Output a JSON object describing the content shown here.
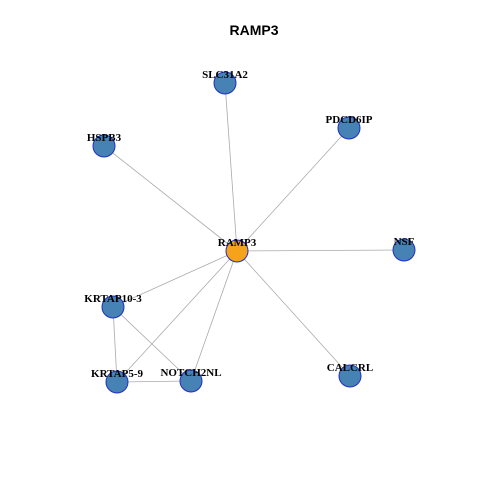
{
  "title": "RAMP3",
  "colors": {
    "center_node": "#f5a31a",
    "node": "#4682b4",
    "node_border": "#1f2fbf",
    "edge": "#aaaaaa"
  },
  "nodes": [
    {
      "id": "RAMP3",
      "label": "RAMP3",
      "center": true
    },
    {
      "id": "SLC31A2",
      "label": "SLC31A2"
    },
    {
      "id": "PDCD6IP",
      "label": "PDCD6IP"
    },
    {
      "id": "HSPB3",
      "label": "HSPB3"
    },
    {
      "id": "NSF",
      "label": "NSF"
    },
    {
      "id": "KRTAP10-3",
      "label": "KRTAP10-3"
    },
    {
      "id": "KRTAP5-9",
      "label": "KRTAP5-9"
    },
    {
      "id": "NOTCH2NL",
      "label": "NOTCH2NL"
    },
    {
      "id": "CALCRL",
      "label": "CALCRL"
    }
  ],
  "edges": [
    [
      "RAMP3",
      "SLC31A2"
    ],
    [
      "RAMP3",
      "PDCD6IP"
    ],
    [
      "RAMP3",
      "HSPB3"
    ],
    [
      "RAMP3",
      "NSF"
    ],
    [
      "RAMP3",
      "KRTAP10-3"
    ],
    [
      "RAMP3",
      "KRTAP5-9"
    ],
    [
      "RAMP3",
      "NOTCH2NL"
    ],
    [
      "RAMP3",
      "CALCRL"
    ],
    [
      "KRTAP10-3",
      "KRTAP5-9"
    ],
    [
      "KRTAP10-3",
      "NOTCH2NL"
    ],
    [
      "KRTAP5-9",
      "NOTCH2NL"
    ]
  ]
}
